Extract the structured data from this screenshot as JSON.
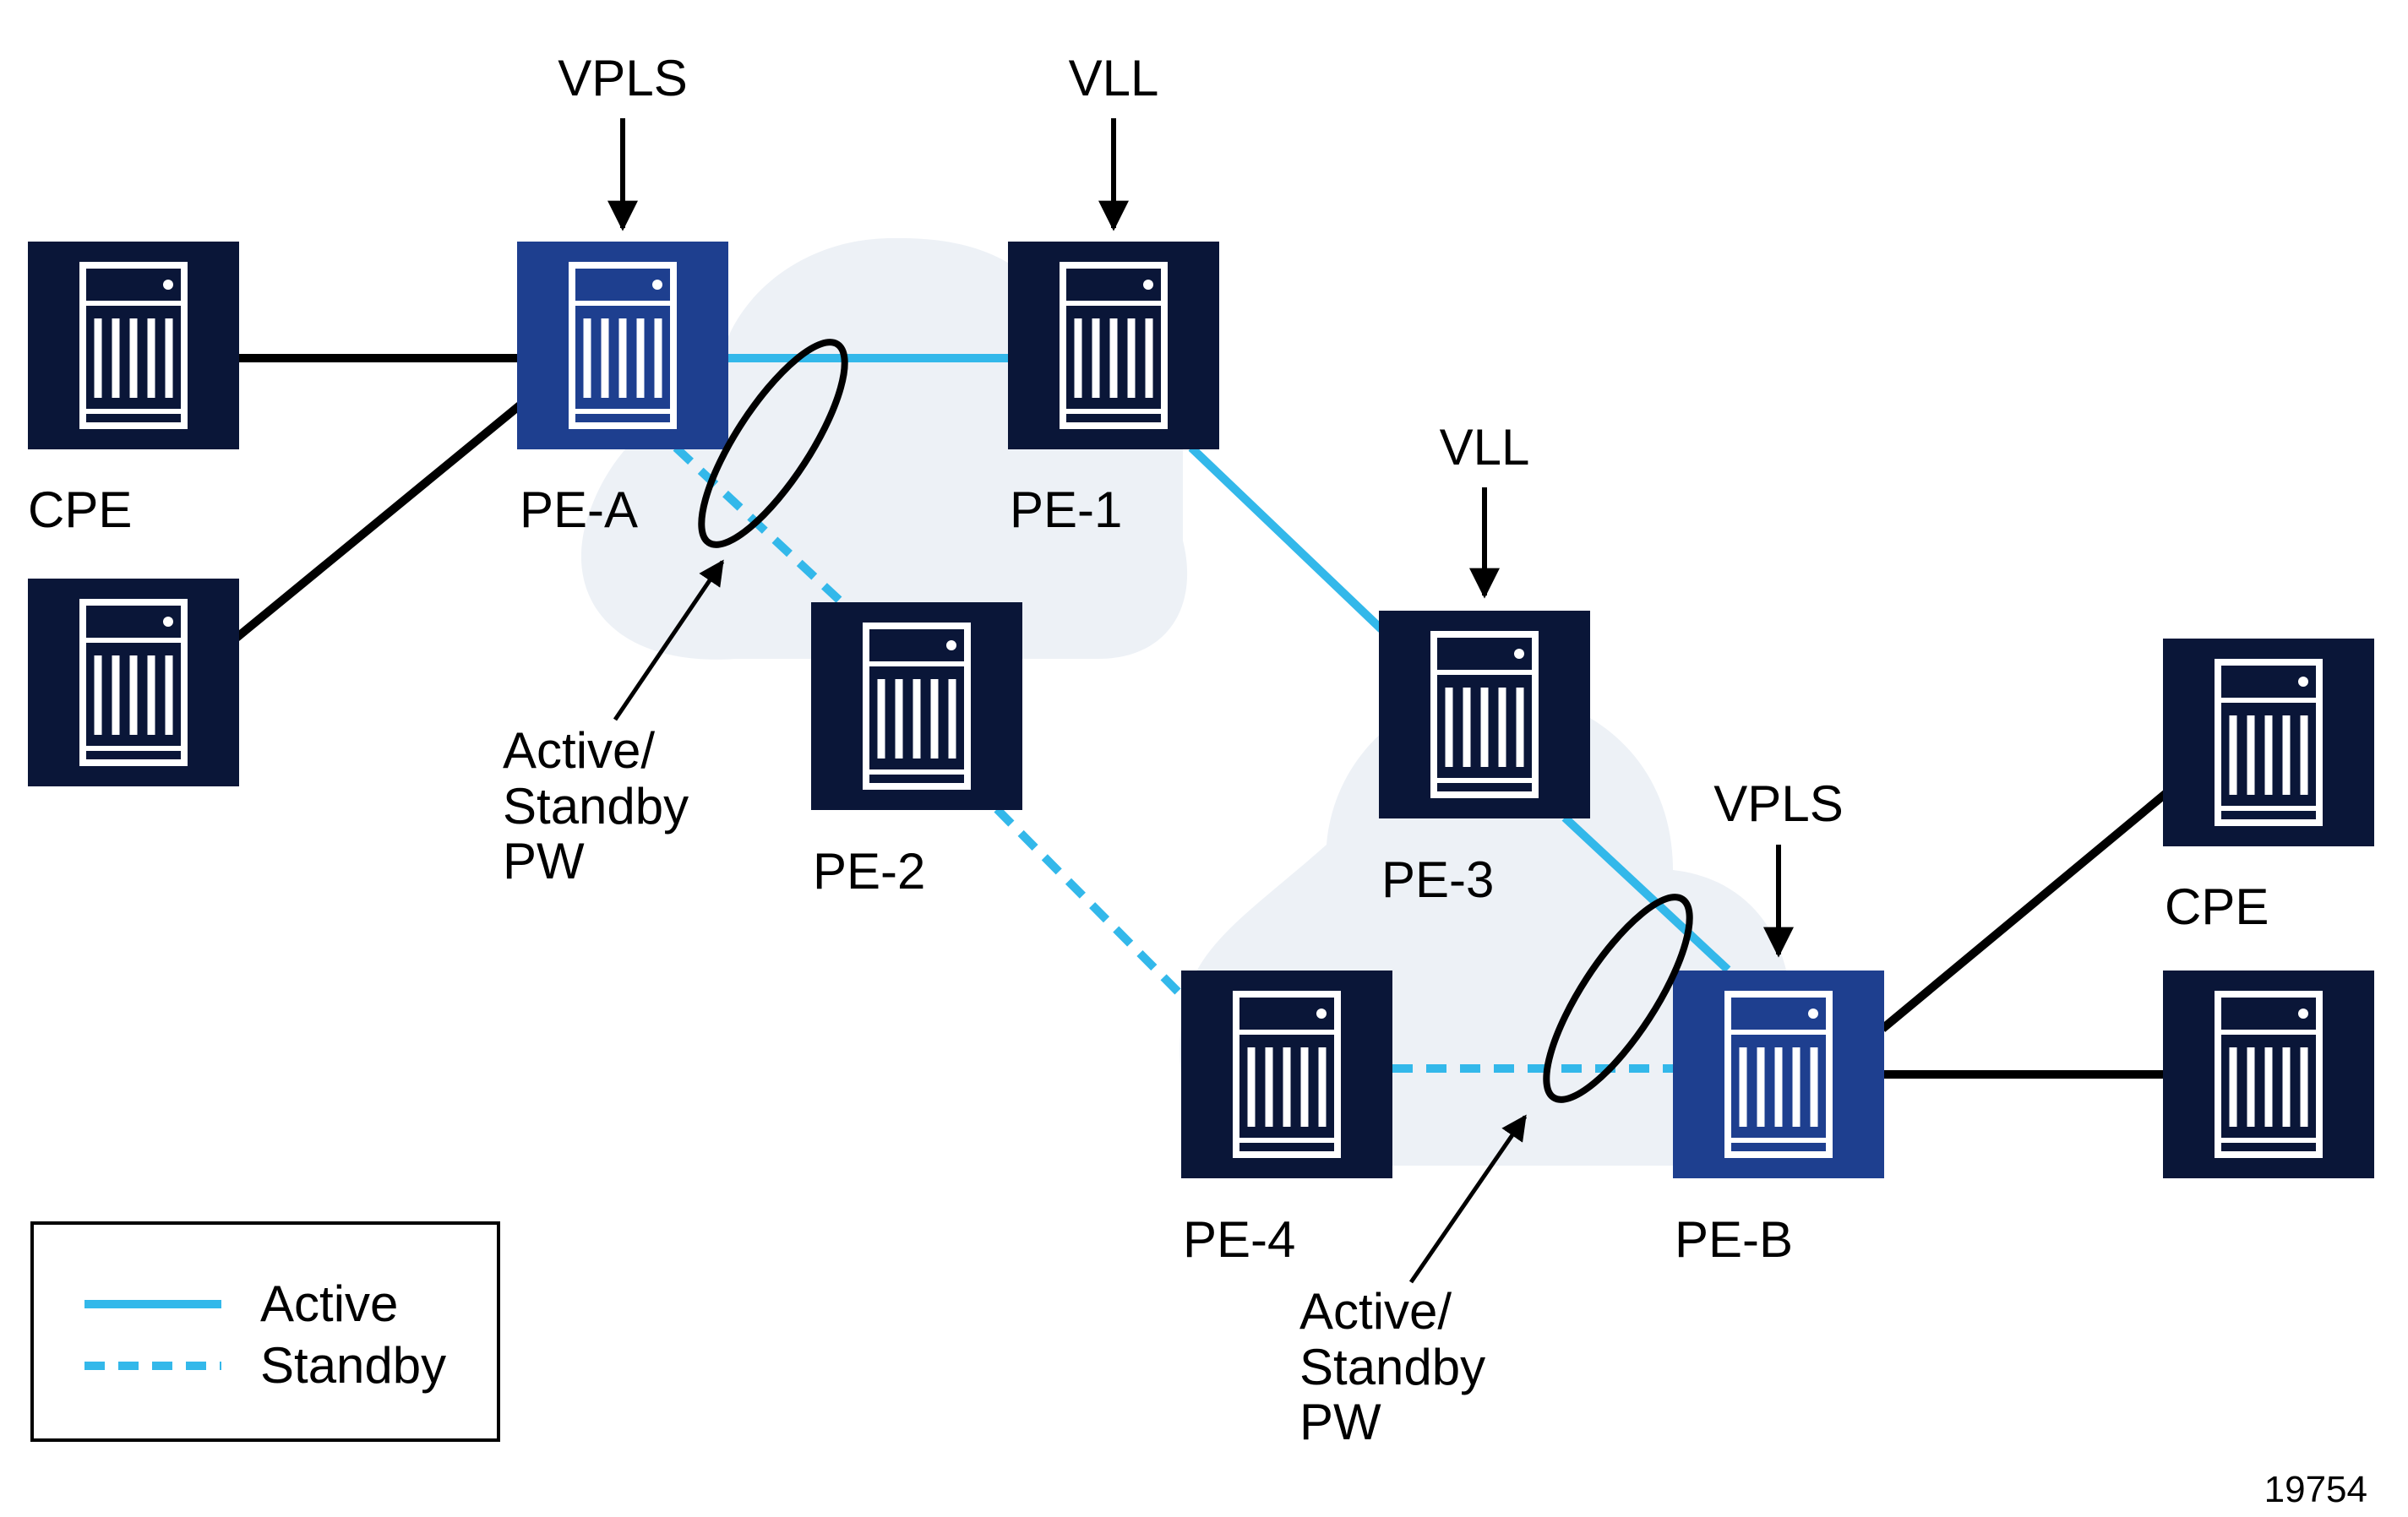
{
  "colors": {
    "background": "#ffffff",
    "cloud": "#edf1f6",
    "node_dark": "#0a1638",
    "node_pe_vpls": "#1e3f8f",
    "active_link": "#33b8ea",
    "physical_link": "#000000",
    "icon": "#ffffff"
  },
  "icon_name": "router-chassis-icon",
  "nodes": {
    "cpe_left_1": {
      "label": "CPE",
      "variant": "dark"
    },
    "cpe_left_2": {
      "label": "",
      "variant": "dark"
    },
    "pe_a": {
      "label": "PE-A",
      "variant": "vpls"
    },
    "pe_1": {
      "label": "PE-1",
      "variant": "dark"
    },
    "pe_2": {
      "label": "PE-2",
      "variant": "dark"
    },
    "pe_3": {
      "label": "PE-3",
      "variant": "dark"
    },
    "pe_4": {
      "label": "PE-4",
      "variant": "dark"
    },
    "pe_b": {
      "label": "PE-B",
      "variant": "vpls"
    },
    "cpe_right_1": {
      "label": "CPE",
      "variant": "dark"
    },
    "cpe_right_2": {
      "label": "",
      "variant": "dark"
    }
  },
  "service_labels": {
    "pe_a": "VPLS",
    "pe_1": "VLL",
    "pe_3": "VLL",
    "pe_b": "VPLS"
  },
  "pw_callouts": {
    "left": [
      "Active/",
      "Standby",
      "PW"
    ],
    "right": [
      "Active/",
      "Standby",
      "PW"
    ]
  },
  "links": [
    {
      "from": "cpe_left_1",
      "to": "pe_a",
      "type": "physical"
    },
    {
      "from": "cpe_left_2",
      "to": "pe_a",
      "type": "physical"
    },
    {
      "from": "pe_a",
      "to": "pe_1",
      "type": "active"
    },
    {
      "from": "pe_1",
      "to": "pe_3",
      "type": "active"
    },
    {
      "from": "pe_3",
      "to": "pe_b",
      "type": "active"
    },
    {
      "from": "pe_a",
      "to": "pe_2",
      "type": "standby"
    },
    {
      "from": "pe_2",
      "to": "pe_4",
      "type": "standby"
    },
    {
      "from": "pe_4",
      "to": "pe_b",
      "type": "standby"
    },
    {
      "from": "pe_b",
      "to": "cpe_right_1",
      "type": "physical"
    },
    {
      "from": "pe_b",
      "to": "cpe_right_2",
      "type": "physical"
    }
  ],
  "legend": {
    "active": "Active",
    "standby": "Standby"
  },
  "figure_id": "19754"
}
